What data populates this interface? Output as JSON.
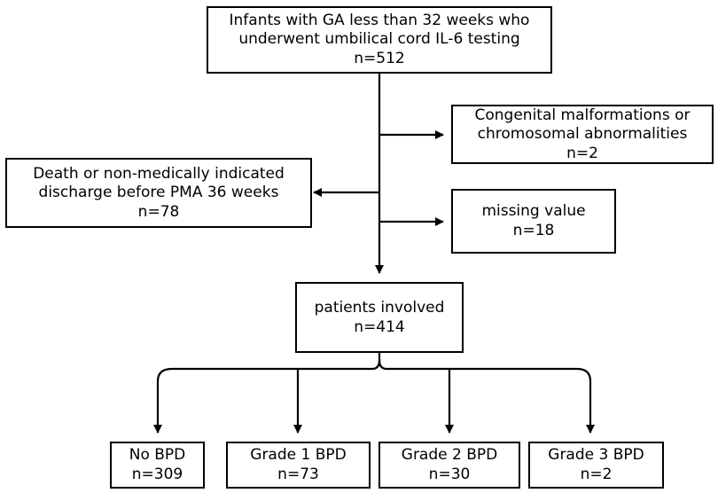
{
  "flowchart": {
    "screening": {
      "text": "Infants with GA less than 32 weeks who\nunderwent umbilical cord IL-6 testing",
      "count": "n=512"
    },
    "exclusions": [
      {
        "text": "Congenital malformations or\nchromosomal abnormalities",
        "count": "n=2"
      },
      {
        "text": "Death or non-medically indicated\ndischarge before PMA 36 weeks",
        "count": "n=78"
      },
      {
        "text": "missing value",
        "count": "n=18"
      }
    ],
    "included": {
      "text": "patients involved",
      "count": "n=414"
    },
    "groups": [
      {
        "label": "No BPD",
        "count": "n=309"
      },
      {
        "label": "Grade 1 BPD",
        "count": "n=73"
      },
      {
        "label": "Grade 2 BPD",
        "count": "n=30"
      },
      {
        "label": "Grade 3 BPD",
        "count": "n=2"
      }
    ]
  },
  "colors": {
    "line": "#000000",
    "box_border": "#000000",
    "background": "#ffffff"
  }
}
